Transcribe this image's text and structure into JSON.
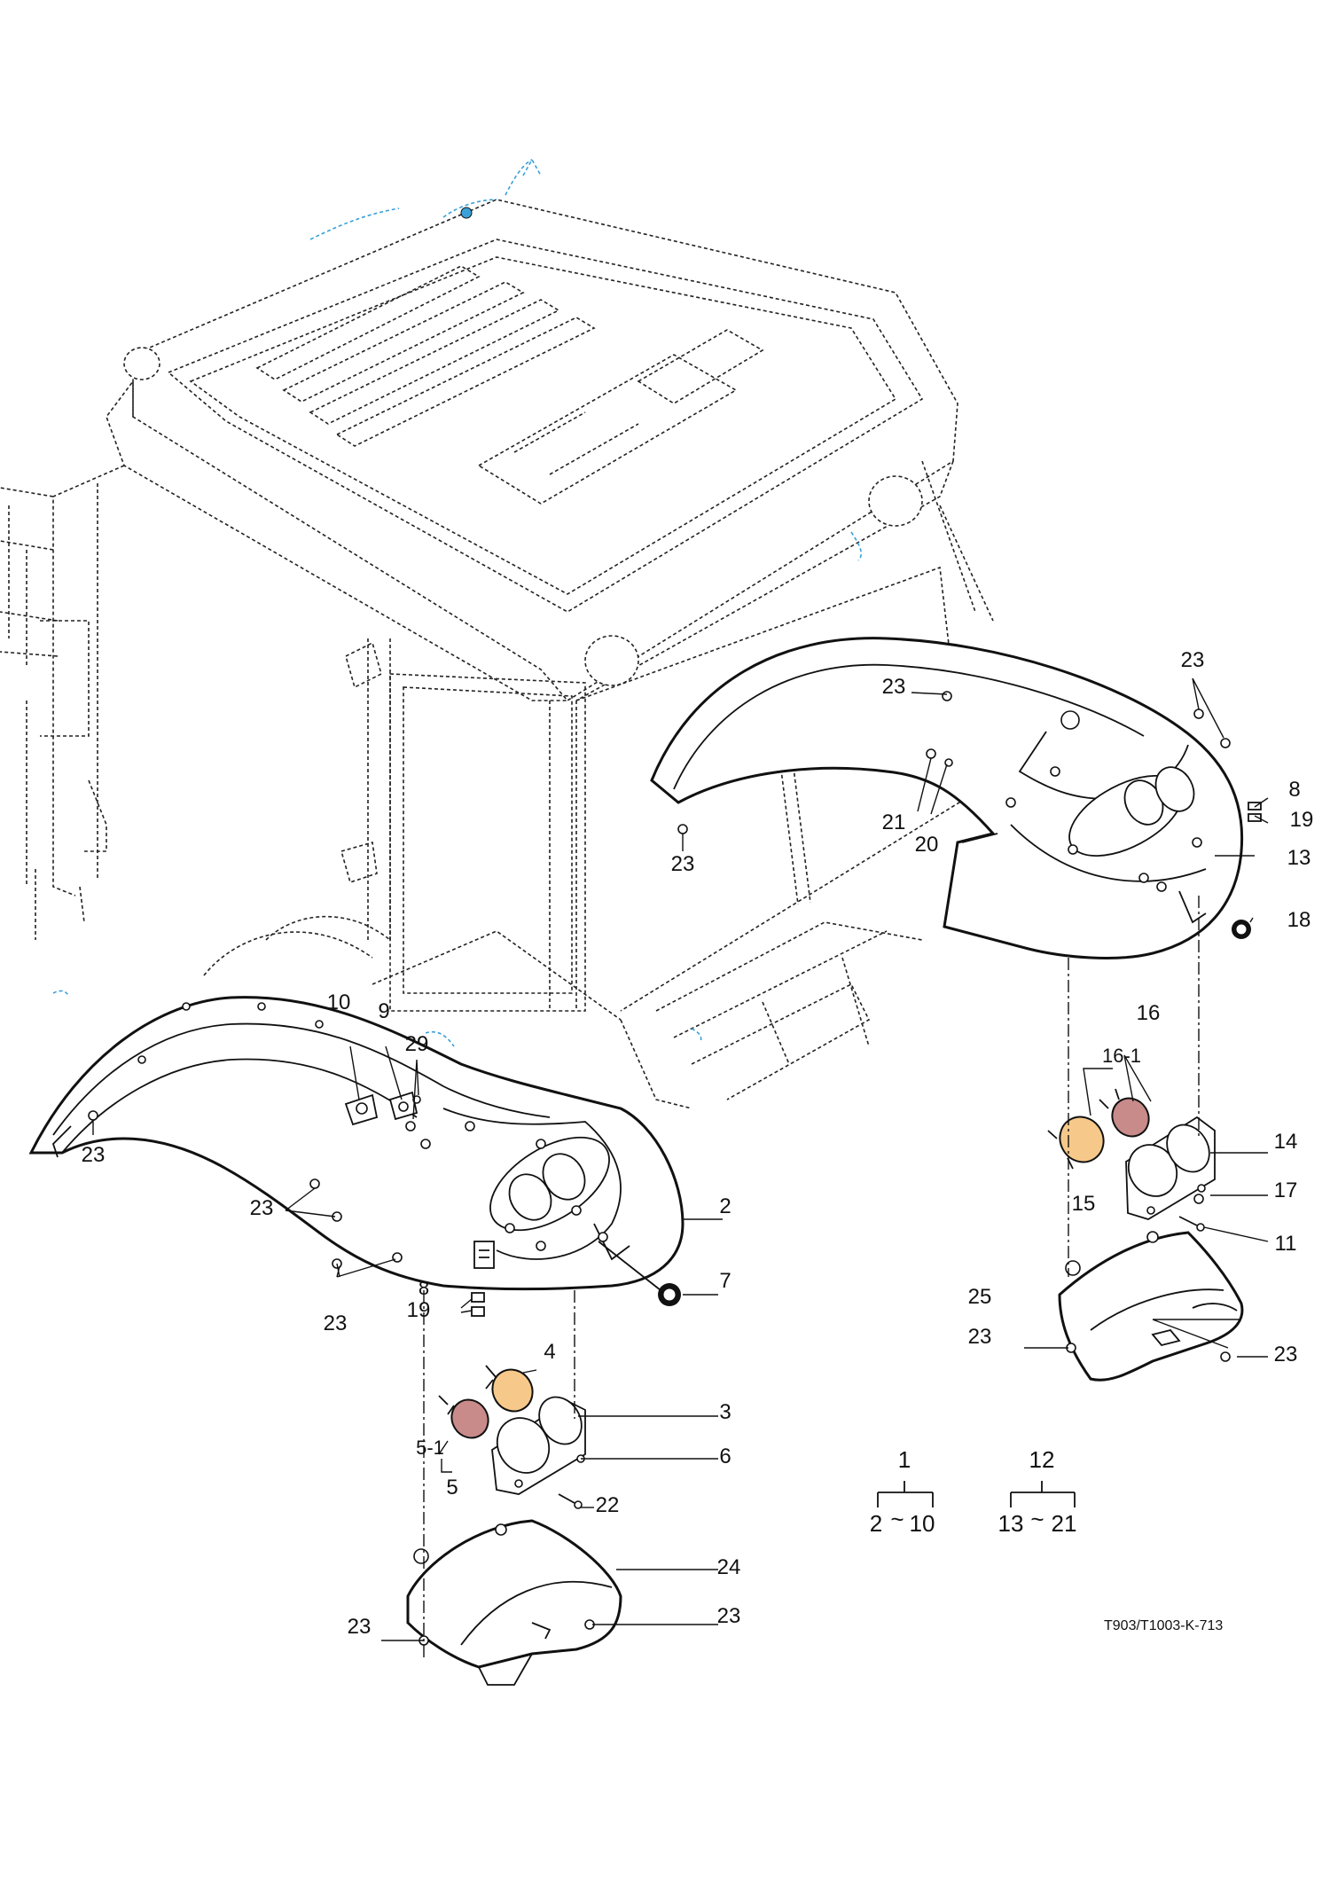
{
  "drawing_code": "T903/T1003-K-713",
  "colors": {
    "amber_lens": "#f6c98a",
    "red_lens": "#c98a8a",
    "blue_hose": "#3aa0d8",
    "line": "#111111"
  },
  "callouts": {
    "c1": "1",
    "c2": "2",
    "c3": "3",
    "c4": "4",
    "c5": "5",
    "c5_1": "5-1",
    "c6": "6",
    "c7": "7",
    "c8a": "8",
    "c8b": "8",
    "c9": "9",
    "c10": "10",
    "c11": "11",
    "c12": "12",
    "c13": "13",
    "c14": "14",
    "c15": "15",
    "c16": "16",
    "c16_1": "16-1",
    "c17": "17",
    "c18": "18",
    "c19a": "19",
    "c19b": "19",
    "c20": "20",
    "c21": "21",
    "c22": "22",
    "c23a": "23",
    "c23b": "23",
    "c23c": "23",
    "c23d": "23",
    "c23e": "23",
    "c23f": "23",
    "c23g": "23",
    "c23h": "23",
    "c23i": "23",
    "c23j": "23",
    "c24": "24",
    "c25": "25",
    "c29": "29"
  },
  "assembly_groups": [
    {
      "parent": "1",
      "range_from": "2",
      "tilde": "~",
      "range_to": "10"
    },
    {
      "parent": "12",
      "range_from": "13",
      "tilde": "~",
      "range_to": "21"
    }
  ]
}
